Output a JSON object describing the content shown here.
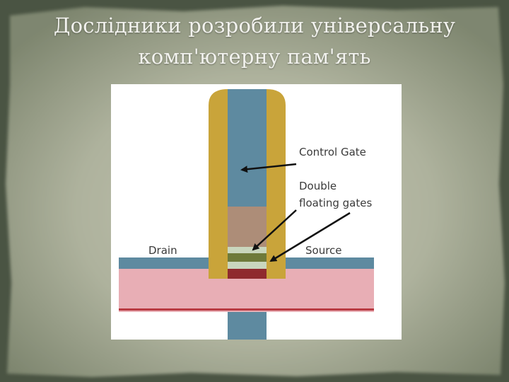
{
  "slide": {
    "title_line1": "Дослідники розробили універсальну",
    "title_line2": "комп'ютерну пам'ять"
  },
  "diagram": {
    "labels": {
      "control_gate": "Control Gate",
      "double_floating_line1": "Double",
      "double_floating_line2": "floating gates",
      "drain": "Drain",
      "source": "Source"
    },
    "colors": {
      "background": "#4a5443",
      "paper_light": "#c3c6b3",
      "paper_dark": "#7e866f",
      "oxide_gold": "#c9a43a",
      "gate_steel_blue": "#5e8aa0",
      "gate_dielectric_tan": "#ad8d78",
      "substrate_pink": "#e8aeb5",
      "substrate_line": "#b93a42",
      "floating_gate_green": "#6e7a3a",
      "floating_gate_light": "#c9d6bd",
      "channel_dark_red": "#8f2a2e"
    }
  }
}
